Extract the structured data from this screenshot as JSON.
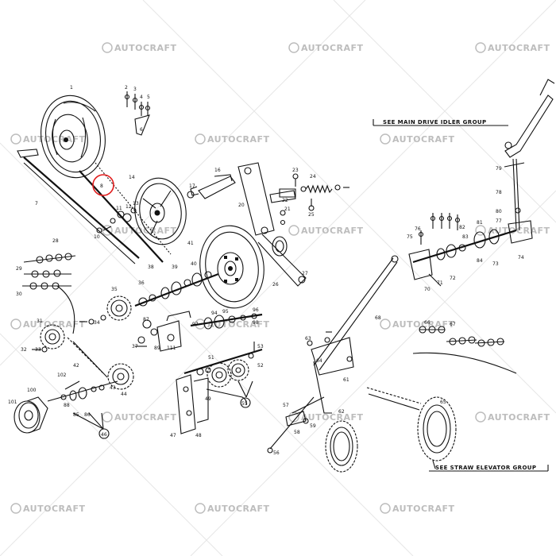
{
  "watermark": {
    "text": "AUTOCRAFT",
    "color": "#bdbdbd"
  },
  "notes": {
    "main_drive_idler": "SEE MAIN DRIVE IDLER GROUP",
    "straw_elevator": "SEE STRAW ELEVATOR GROUP"
  },
  "highlight": {
    "label": "8",
    "color": "#e11d1d"
  },
  "callouts": {
    "c1": "1",
    "c2": "2",
    "c3": "3",
    "c4": "4",
    "c5": "5",
    "c6": "6",
    "c7": "7",
    "c10": "10",
    "c11": "11",
    "c12": "12",
    "c13": "13",
    "c14": "14",
    "c16": "16",
    "c17": "17",
    "c20": "20",
    "c21": "21",
    "c22": "22",
    "c23": "23",
    "c24": "24",
    "c25": "25",
    "c26": "26",
    "c27": "27",
    "c28": "28",
    "c29": "29",
    "c30": "30",
    "c31": "31",
    "c32": "32",
    "c33": "33",
    "c34": "34",
    "c35": "35",
    "c36": "36",
    "c37": "37",
    "c38": "38",
    "c39": "39",
    "c40": "40",
    "c41": "41",
    "c42": "42",
    "c43": "43",
    "c44": "44",
    "c46": "46",
    "c47": "47",
    "c48": "48",
    "c49": "49",
    "c51": "51",
    "c52": "52",
    "c53": "53",
    "c55": "55",
    "c56": "56",
    "c57": "57",
    "c58": "58",
    "c59": "59",
    "c61": "61",
    "c62": "62",
    "c63": "63",
    "c64": "64",
    "c65": "65",
    "c66": "66",
    "c67": "67",
    "c68": "68",
    "c70": "70",
    "c71": "71",
    "c72": "72",
    "c73": "73",
    "c74": "74",
    "c75": "75",
    "c76": "76",
    "c77": "77",
    "c78": "78",
    "c79": "79",
    "c80": "80",
    "c81": "81",
    "c82": "82",
    "c83": "83",
    "c84": "84",
    "c85": "85",
    "c86": "86",
    "c87": "87",
    "c88": "88",
    "c89": "89",
    "c94": "94",
    "c95": "95",
    "c96": "96",
    "c97": "97",
    "c98": "98",
    "c100": "100",
    "c101": "101",
    "c102": "102",
    "c111": "111"
  }
}
